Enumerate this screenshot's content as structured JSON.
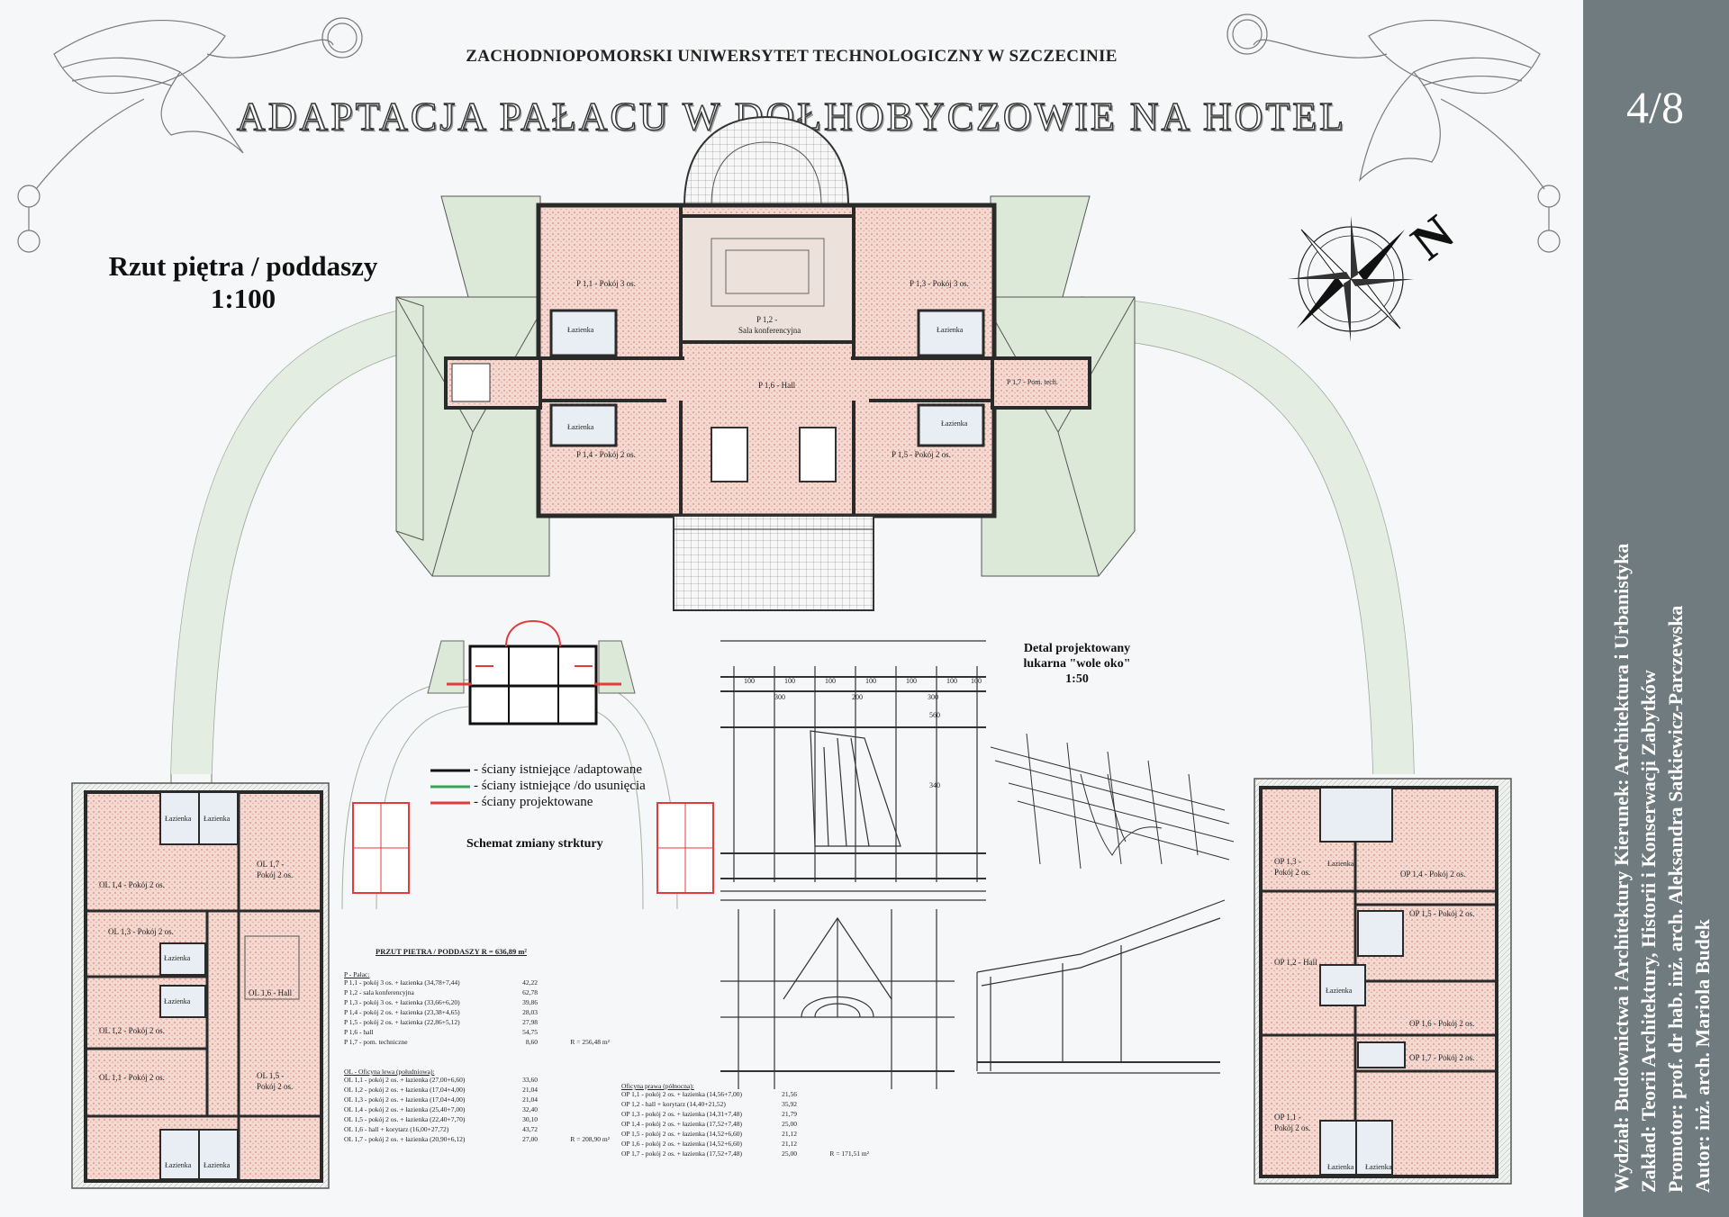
{
  "header": {
    "university": "ZACHODNIOPOMORSKI UNIWERSYTET TECHNOLOGICZNY W SZCZECINIE",
    "title": "ADAPTACJA PAŁACU W DOŁHOBYCZOWIE NA HOTEL"
  },
  "sheet_number": "4/8",
  "plan": {
    "title_line1": "Rzut piętra / poddaszy",
    "scale": "1:100"
  },
  "sidebar": {
    "line1": "Wydział: Budownictwa i Architektury    Kierunek: Architektura i Urbanistyka",
    "line2": "Zakład: Teorii Architektury, Historii i Konserwacji Zabytków",
    "line3": "Promotor: prof. dr hab. inż. arch. Aleksandra Satkiewicz-Parczewska",
    "line4": "Autor: inż. arch. Mariola Budek"
  },
  "rooms_main": {
    "p11": "P 1,1 - Pokój 3 os.",
    "p12a": "P 1,2 -",
    "p12b": "Sala konferencyjna",
    "p13": "P 1,3 - Pokój 3 os.",
    "p14": "P 1,4 - Pokój 2 os.",
    "p15": "P 1,5 - Pokój 2 os.",
    "p16": "P 1,6 - Hall",
    "p17": "P 1,7 - Pom. tech.",
    "bath": "Łazienka"
  },
  "rooms_left": {
    "ol17a": "OL 1,7 -",
    "ol17b": "Pokój 2 os.",
    "ol14": "OL 1,4 - Pokój 2 os.",
    "ol13": "OL 1,3 - Pokój 2 os.",
    "ol16": "OL 1,6 - Hall",
    "ol12": "OL 1,2 - Pokój 2 os.",
    "ol11": "OL 1,1 - Pokój 2 os.",
    "ol15a": "OL 1,5 -",
    "ol15b": "Pokój 2 os.",
    "bath": "Łazienka"
  },
  "rooms_right": {
    "op13a": "OP 1,3 -",
    "op13b": "Pokój 2 os.",
    "op14": "OP 1,4 - Pokój 2 os.",
    "op15": "OP 1,5 - Pokój 2 os.",
    "op12": "OP 1,2 - Hall",
    "op16": "OP 1,6 - Pokój 2 os.",
    "op17": "OP 1,7 - Pokój 2 os.",
    "op11a": "OP 1,1 -",
    "op11b": "Pokój 2 os.",
    "bath": "Łazienka"
  },
  "legend": {
    "title": "Schemat zmiany strktury",
    "items": [
      {
        "label": "- ściany istniejące /adaptowane",
        "color": "#111111"
      },
      {
        "label": "- ściany istniejące /do usunięcia",
        "color": "#3aa55a"
      },
      {
        "label": "- ściany projektowane",
        "color": "#e23b3b"
      }
    ]
  },
  "detail": {
    "line1": "Detal projektowany",
    "line2": "lukarna \"wole oko\"",
    "scale": "1:50"
  },
  "section_dims": {
    "top": [
      "100",
      "100",
      "100",
      "100",
      "100",
      "100",
      "100"
    ],
    "bottom": [
      "300",
      "200",
      "300"
    ],
    "vertical": [
      "560",
      "340"
    ]
  },
  "areas": {
    "header": "PRZUT PIETRA / PODDASZY   R = 636,89 m²",
    "palace_title": "P - Pałac:",
    "palace": [
      {
        "name": "P 1,1 - pokój 3 os. + łazienka (34,78+7,44)",
        "area": "42,22"
      },
      {
        "name": "P 1,2 - sala konferencyjna",
        "area": "62,78"
      },
      {
        "name": "P 1,3 - pokój 3 os. + łazienka (33,66+6,20)",
        "area": "39,86"
      },
      {
        "name": "P 1,4 - pokój 2 os. + łazienka (23,38+4,65)",
        "area": "28,03"
      },
      {
        "name": "P 1,5 - pokój 2 os. + łazienka (22,86+5,12)",
        "area": "27,98"
      },
      {
        "name": "P 1,6 - hall",
        "area": "54,75"
      },
      {
        "name": "P 1,7 - pom. techniczne",
        "area": "8,60"
      }
    ],
    "palace_total": "R = 256,48 m²",
    "left_title": "OL - Oficyna lewa (południowa):",
    "left": [
      {
        "name": "OL 1,1 - pokój 2 os. + łazienka (27,00+6,60)",
        "area": "33,60"
      },
      {
        "name": "OL 1,2 - pokój 2 os. + łazienka (17,04+4,00)",
        "area": "21,04"
      },
      {
        "name": "OL 1,3 - pokój 2 os. + łazienka (17,04+4,00)",
        "area": "21,04"
      },
      {
        "name": "OL 1,4 - pokój 2 os. + łazienka (25,40+7,00)",
        "area": "32,40"
      },
      {
        "name": "OL 1,5 - pokój 2 os. + łazienka (22,40+7,70)",
        "area": "30,10"
      },
      {
        "name": "OL 1,6 - hall + korytarz         (16,00+27,72)",
        "area": "43,72"
      },
      {
        "name": "OL 1,7 - pokój 2 os. + łazienka (20,90+6,12)",
        "area": "27,00"
      }
    ],
    "left_total": "R = 208,90 m²",
    "right_title": "Oficyna prawa (północna):",
    "right": [
      {
        "name": "OP 1,1 - pokój 2 os. + łazienka (14,56+7,00)",
        "area": "21,56"
      },
      {
        "name": "OP 1,2 - hall + korytarz         (14,40+21,52)",
        "area": "35,92"
      },
      {
        "name": "OP 1,3 - pokój 2 os. + łazienka (14,31+7,48)",
        "area": "21,79"
      },
      {
        "name": "OP 1,4 - pokój 2 os. + łazienka (17,52+7,48)",
        "area": "25,00"
      },
      {
        "name": "OP 1,5 - pokój 2 os. + łazienka (14,52+6,60)",
        "area": "21,12"
      },
      {
        "name": "OP 1,6 - pokój 2 os. + łazienka (14,52+6,60)",
        "area": "21,12"
      },
      {
        "name": "OP 1,7 - pokój 2 os. + łazienka (17,52+7,48)",
        "area": "25,00"
      }
    ],
    "right_total": "R = 171,51 m²"
  },
  "colors": {
    "sidebar": "#6f7b7e",
    "roof_green": "#dde9d8",
    "floor_red": "#e9b4a6",
    "wall": "#2a2a2a"
  }
}
